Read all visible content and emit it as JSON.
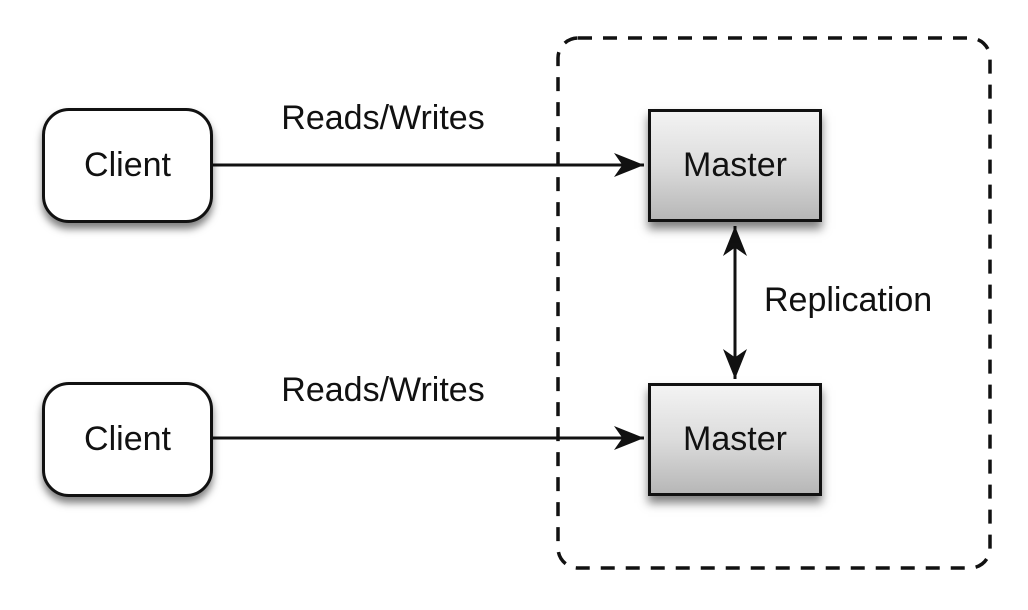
{
  "diagram": {
    "nodes": {
      "client_top": {
        "label": "Client"
      },
      "client_bottom": {
        "label": "Client"
      },
      "master_top": {
        "label": "Master"
      },
      "master_bottom": {
        "label": "Master"
      }
    },
    "edges": {
      "reads_writes_top": {
        "label": "Reads/Writes"
      },
      "reads_writes_bottom": {
        "label": "Reads/Writes"
      },
      "replication": {
        "label": "Replication"
      }
    },
    "colors": {
      "stroke_color": "#111111",
      "text_color": "#111111",
      "client_fill": "#ffffff",
      "master_fill_top": "#f3f3f3",
      "master_fill_bottom": "#b7b7b7",
      "background": "#ffffff"
    }
  }
}
